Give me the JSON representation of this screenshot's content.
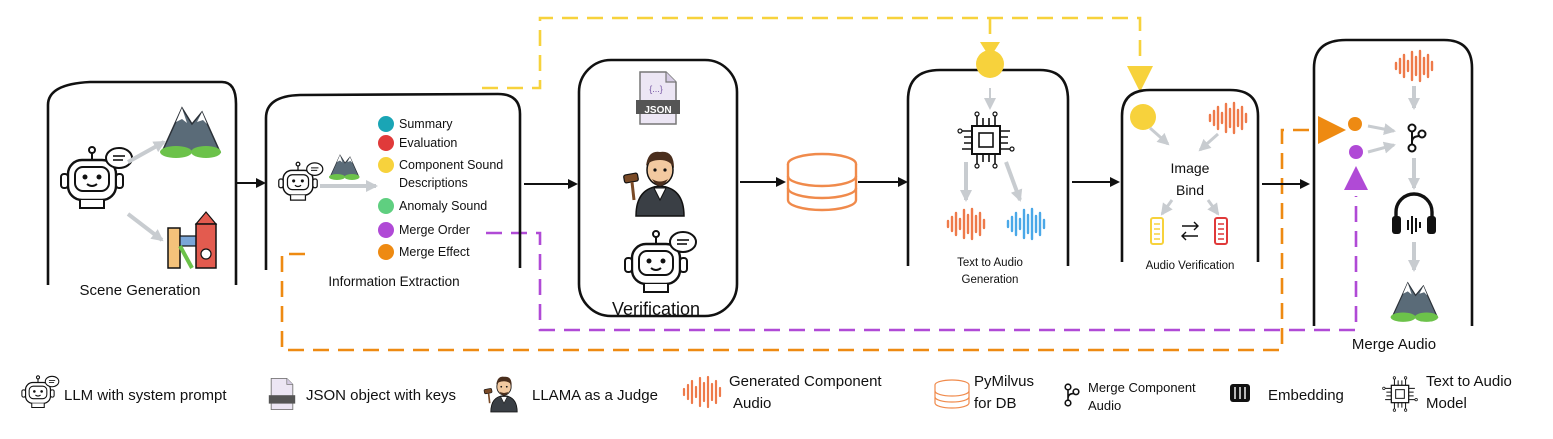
{
  "stages": {
    "scene_generation": "Scene Generation",
    "information_extraction": "Information Extraction",
    "verification": "Verification",
    "text_to_audio_generation_line1": "Text to Audio",
    "text_to_audio_generation_line2": "Generation",
    "audio_verification": "Audio Verification",
    "merge_audio": "Merge Audio"
  },
  "keys": [
    {
      "label": "Summary",
      "color": "#1aa5b5"
    },
    {
      "label": "Evaluation",
      "color": "#e03a3a"
    },
    {
      "label": "Component Sound",
      "color": "#f7d23c"
    },
    {
      "label": "Descriptions",
      "color": ""
    },
    {
      "label": "Anomaly Sound",
      "color": "#5fcf80"
    },
    {
      "label": "Merge Order",
      "color": "#b04ad6"
    },
    {
      "label": "Merge Effect",
      "color": "#ee8a12"
    }
  ],
  "json_badge": "JSON",
  "json_braces": "{...}",
  "image_bind_line1": "Image",
  "image_bind_line2": "Bind",
  "legend": {
    "llm": "LLM with system prompt",
    "json": "JSON object with keys",
    "judge": "LLAMA as a Judge",
    "gen_audio_line1": "Generated Component",
    "gen_audio_line2": "Audio",
    "pymilvus_line1": "PyMilvus",
    "pymilvus_line2": "for DB",
    "merge_line1": "Merge Component",
    "merge_line2": "Audio",
    "embedding": "Embedding",
    "t2a_line1": "Text to Audio",
    "t2a_line2": "Model"
  },
  "colors": {
    "yellow": "#f7d23c",
    "orange": "#ee8a12",
    "purple": "#b04ad6",
    "audio_orange": "#ee7a4a",
    "audio_blue": "#4aa8e8",
    "db_orange": "#f08a4b",
    "gray_arrow": "#c8ccd0"
  },
  "icons": [
    "robot-icon",
    "mountain-icon",
    "playground-icon",
    "json-file-icon",
    "judge-icon",
    "database-icon",
    "chip-icon",
    "waveform-icon",
    "headphones-icon",
    "merge-icon",
    "embedding-icon"
  ]
}
